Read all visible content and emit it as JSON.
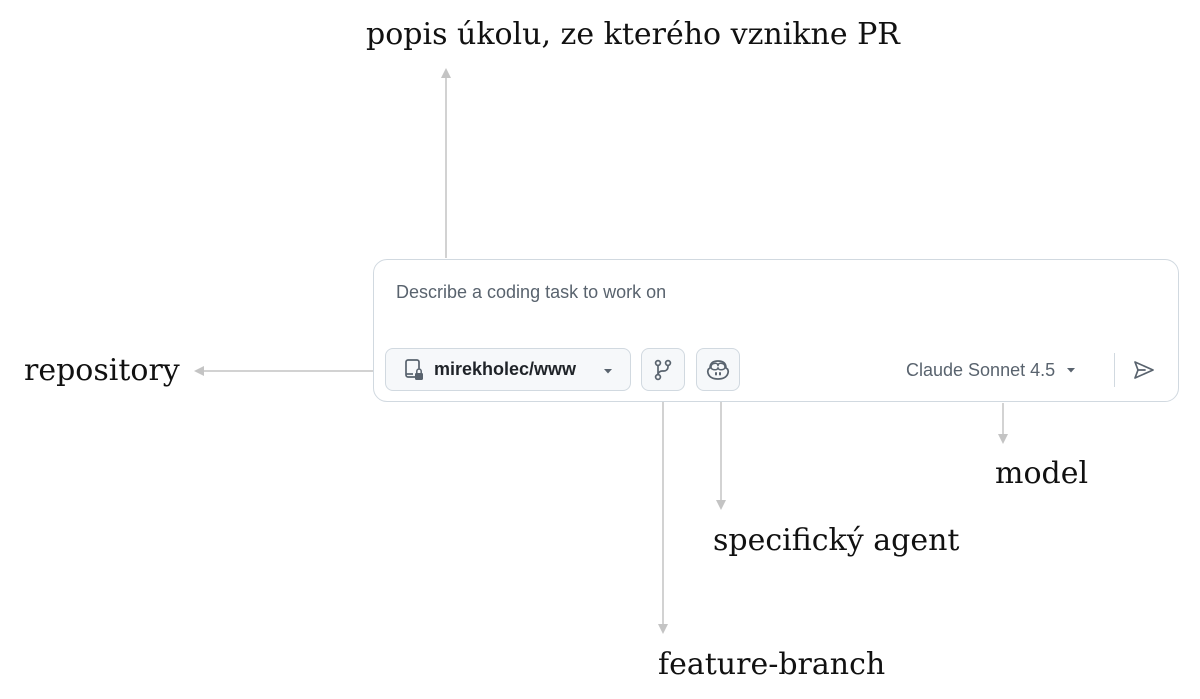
{
  "annotations": {
    "task": "popis úkolu, ze kterého vznikne PR",
    "repository": "repository",
    "model": "model",
    "agent": "specifický agent",
    "branch": "feature-branch"
  },
  "composer": {
    "task_placeholder": "Describe a coding task to work on",
    "repository": "mirekholec/www",
    "model": "Claude Sonnet 4.5"
  },
  "icons": {
    "repo": "repo-lock-icon",
    "repo_caret": "triangle-down-icon",
    "branch": "git-branch-icon",
    "agent": "copilot-icon",
    "model_caret": "triangle-down-icon",
    "send": "paper-airplane-icon"
  },
  "colors": {
    "annotation_arrow": "#c4c4c4",
    "border": "#d1d9e0",
    "button_bg": "#f6f8fa",
    "muted_text": "#59636e",
    "text": "#1f2328"
  }
}
